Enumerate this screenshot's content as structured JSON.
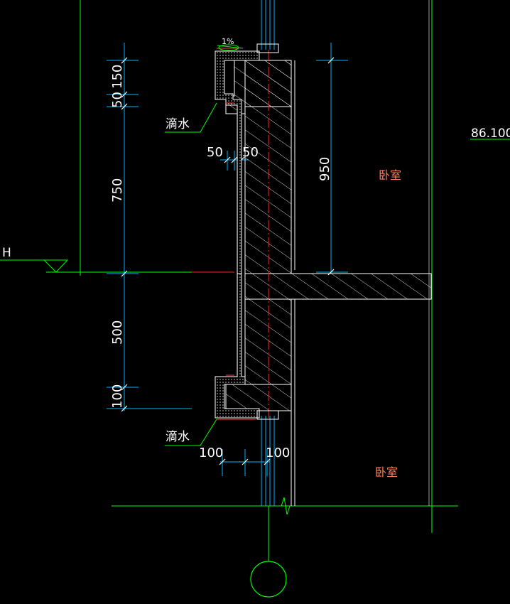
{
  "dimensions_left": {
    "d150": "150",
    "d50": "50",
    "d750": "750",
    "d500": "500",
    "d100": "100"
  },
  "dimension_950": "950",
  "dims_top_pair": {
    "left": "50",
    "right": "50"
  },
  "dims_bottom_pair": {
    "left": "100",
    "right": "100"
  },
  "slope_label": "1%",
  "drip_labels": {
    "top": "滴水",
    "bottom": "滴水"
  },
  "room_labels": {
    "upper": "卧室",
    "lower": "卧室"
  },
  "level_marker": {
    "letter": "H",
    "elevation": "86.100"
  },
  "colors": {
    "background": "#000000",
    "line_green": "#00ff00",
    "line_cyan": "#00b4ff",
    "wall_white": "#ffffff",
    "axis_red": "#ff2020",
    "room_text": "#ff8060"
  }
}
